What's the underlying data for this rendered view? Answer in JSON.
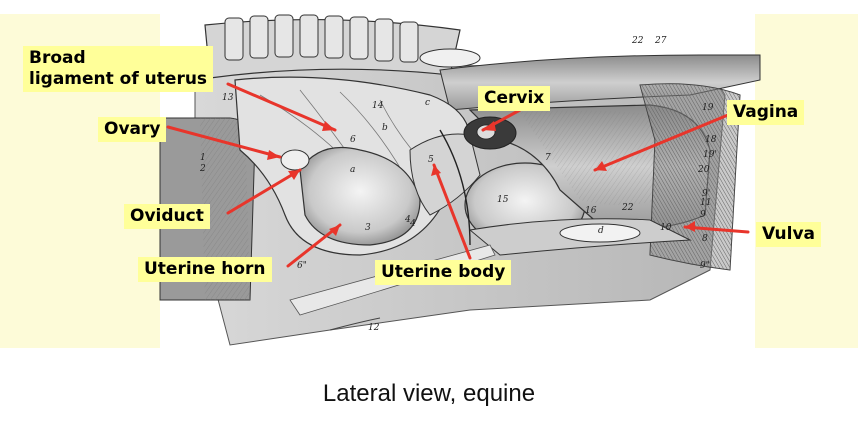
{
  "labels": {
    "broad_ligament": "Broad\nligament of uterus",
    "ovary": "Ovary",
    "oviduct": "Oviduct",
    "uterine_horn": "Uterine horn",
    "cervix": "Cervix",
    "uterine_body": "Uterine body",
    "vagina": "Vagina",
    "vulva": "Vulva"
  },
  "caption": "Lateral view, equine",
  "figure_numbers": [
    "22",
    "27",
    "13",
    "14",
    "6",
    "4",
    "5",
    "7",
    "15",
    "16",
    "22",
    "10",
    "d",
    "3",
    "4",
    "12",
    "6\"",
    "1",
    "2",
    "19",
    "18",
    "19'",
    "20",
    "9'",
    "11",
    "9",
    "8",
    "9\"",
    "c",
    "b",
    "a"
  ],
  "colors": {
    "label_fill": "#ffff99",
    "arrow": "#e8352b",
    "panel": "#fdfbd8"
  }
}
